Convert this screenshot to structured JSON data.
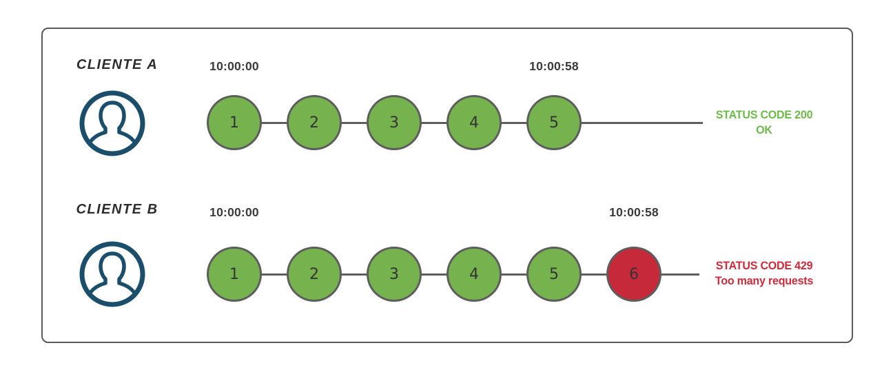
{
  "colors": {
    "node_green": "#76b24e",
    "node_red": "#c5293a",
    "line_gray": "#5d5d5d",
    "avatar_navy": "#1b4e6b",
    "status_ok_text": "#6cba4a",
    "status_error_text": "#cd2b3b"
  },
  "rows": [
    {
      "client_label": "CLIENTE A",
      "start_time": "10:00:00",
      "end_time": "10:00:58",
      "nodes": [
        {
          "label": "1",
          "state": "ok"
        },
        {
          "label": "2",
          "state": "ok"
        },
        {
          "label": "3",
          "state": "ok"
        },
        {
          "label": "4",
          "state": "ok"
        },
        {
          "label": "5",
          "state": "ok"
        }
      ],
      "status_line1": "STATUS CODE 200",
      "status_line2": "OK"
    },
    {
      "client_label": "CLIENTE B",
      "start_time": "10:00:00",
      "end_time": "10:00:58",
      "nodes": [
        {
          "label": "1",
          "state": "ok"
        },
        {
          "label": "2",
          "state": "ok"
        },
        {
          "label": "3",
          "state": "ok"
        },
        {
          "label": "4",
          "state": "ok"
        },
        {
          "label": "5",
          "state": "ok"
        },
        {
          "label": "6",
          "state": "error"
        }
      ],
      "status_line1": "STATUS CODE 429",
      "status_line2": "Too many requests"
    }
  ]
}
